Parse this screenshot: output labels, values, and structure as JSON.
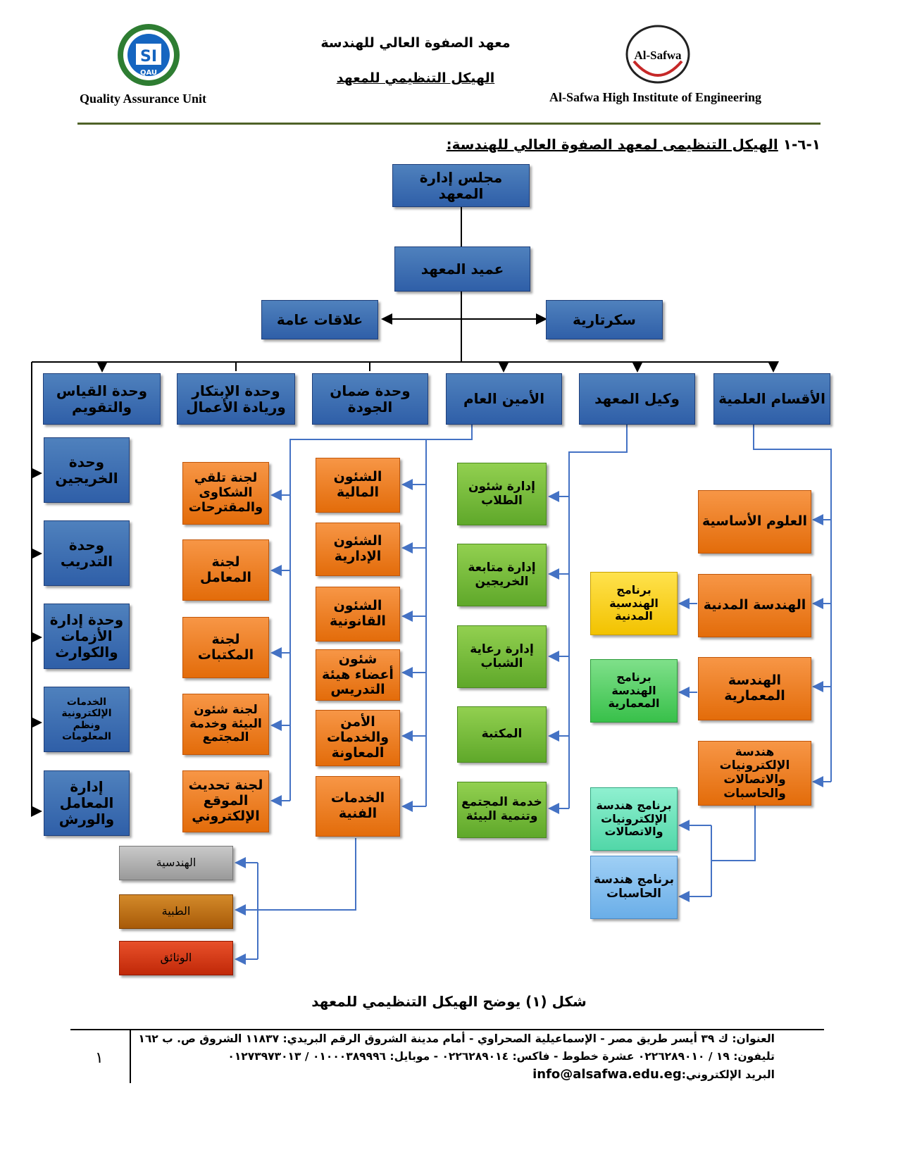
{
  "header": {
    "institute_ar": "معهد الصفوة العالي للهندسة",
    "subtitle_ar": "الهيكل التنظيمي للمعهد",
    "left_caption": "Quality Assurance Unit",
    "right_caption": "Al-Safwa High Institute of Engineering",
    "logo_left_text": "QAU",
    "logo_right_text": "Al-Safwa"
  },
  "section_title": {
    "number": "١-٦-١",
    "text": "الهيكل التنظيمى لمعهد الصفوة العالي للهندسة:"
  },
  "chart": {
    "board": "مجلس إدارة المعهد",
    "dean": "عميد المعهد",
    "public_relations": "علاقات عامة",
    "secretariat": "سكرتارية",
    "top_units": {
      "scientific_departments": "الأقسام العلمية",
      "vice_dean": "وكيل المعهد",
      "secretary_general": "الأمين العام",
      "quality_unit": "وحدة ضمان الجودة",
      "innovation_unit": "وحدة الإبتكار وريادة الأعمال",
      "measurement_unit": "وحدة القياس والتقويم"
    },
    "departments": [
      "العلوم الأساسية",
      "الهندسة المدنية",
      "الهندسة المعمارية",
      "هندسة الإلكترونيات والاتصالات والحاسبات"
    ],
    "programs": [
      "برنامج الهندسية المدنية",
      "برنامج الهندسة المعمارية",
      "برنامج هندسة الإلكترونيات والاتصالات",
      "برنامج هندسة الحاسبات"
    ],
    "vice_dean_units": [
      "إدارة شئون الطلاب",
      "إدارة متابعة الخريجين",
      "إدارة رعاية الشباب",
      "المكتبة",
      "خدمة المجتمع وتنمية البيئة"
    ],
    "sg_units": [
      "الشئون المالية",
      "الشئون الإدارية",
      "الشئون القانونية",
      "شئون أعضاء هيئة التدريس",
      "الأمن والخدمات المعاونة",
      "الخدمات الفنية"
    ],
    "committees": [
      "لجنة تلقي الشكاوى والمقترحات",
      "لجنة المعامل",
      "لجنة المكتبات",
      "لجنة شئون البيئة وخدمة المجتمع",
      "لجنة تحديث الموقع الإلكتروني"
    ],
    "left_units": [
      "وحدة الخريجين",
      "وحدة التدريب",
      "وحدة إدارة الأزمات والكوارث",
      "الخدمات الإلكترونية ونظم المعلومات",
      "إدارة المعامل والورش"
    ],
    "technical_services": [
      "الهندسية",
      "الطبية",
      "الوثائق"
    ]
  },
  "caption": "شكل (١) يوضح الهيكل التنظيمي للمعهد",
  "footer": {
    "address": "العنوان: ك ٣٩ أيسر طريق مصر - الإسماعيلية الصحراوي - أمام مدينة الشروق الرقم البريدي: ١١٨٣٧ الشروق ص. ب ١٦٢",
    "phones": "تليفون: ١٩ / ٠٢٢٦٢٨٩٠١٠ عشرة خطوط - فاكس: ٠٢٢٦٢٨٩٠١٤ - موبايل: ٠١٠٠٠٣٨٩٩٩٦ / ٠١٢٧٣٩٧٣٠١٣",
    "email_label": "البريد الإلكتروني:",
    "email": "info@alsafwa.edu.eg",
    "page_number": "١"
  },
  "colors": {
    "blue": "#4f81bd",
    "orange": "#f79646",
    "green": "#92d050",
    "connector": "#4472c4",
    "rule": "#4f6228"
  }
}
